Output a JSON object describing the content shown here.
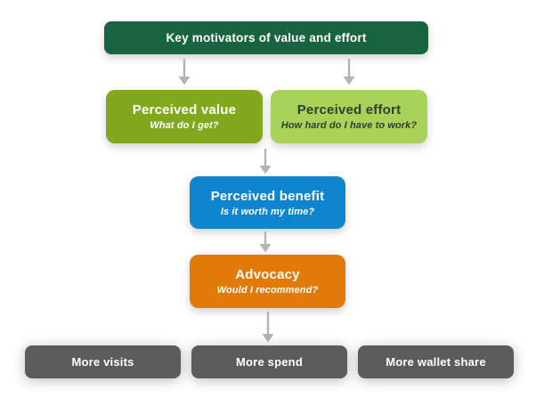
{
  "diagram": {
    "root": {
      "label": "Key motivators of value and effort",
      "color": "#186441"
    },
    "drivers": [
      {
        "label": "Perceived value",
        "subtitle": "What do I get?",
        "color": "#81a81e"
      },
      {
        "label": "Perceived effort",
        "subtitle": "How hard do I have to work?",
        "color": "#a8d25a"
      }
    ],
    "benefit": {
      "label": "Perceived benefit",
      "subtitle": "Is it worth my time?",
      "color": "#0f84cf"
    },
    "advocacy": {
      "label": "Advocacy",
      "subtitle": "Would I recommend?",
      "color": "#e27a0a"
    },
    "outcomes": [
      {
        "label": "More visits"
      },
      {
        "label": "More spend"
      },
      {
        "label": "More wallet share"
      }
    ],
    "outcome_color": "#5b5c5e",
    "arrow_color": "#b4b4b4"
  }
}
